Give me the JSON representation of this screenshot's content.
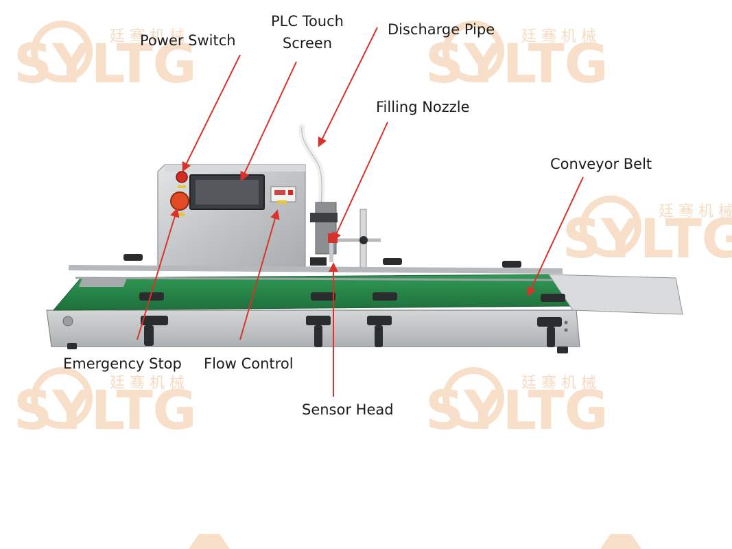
{
  "watermark": {
    "text": "SYLTG",
    "cn": "廷 骞 机 械"
  },
  "labels": {
    "power_switch": "Power Switch",
    "plc_line1": "PLC Touch",
    "plc_line2": "Screen",
    "discharge_pipe": "Discharge Pipe",
    "filling_nozzle": "Filling Nozzle",
    "conveyor_belt": "Conveyor Belt",
    "emergency_stop": "Emergency Stop",
    "flow_control": "Flow Control",
    "sensor_head": "Sensor Head"
  },
  "colors": {
    "arrow": "#d8332b",
    "belt": "#2a8a4a",
    "steel": "#c9ccce",
    "watermark": "#f6dcc3"
  }
}
